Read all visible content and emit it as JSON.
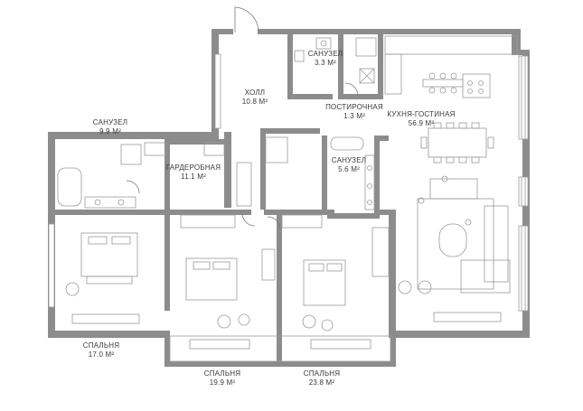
{
  "rooms": [
    {
      "id": "hall",
      "name": "ХОЛЛ",
      "area": "10.8 М²"
    },
    {
      "id": "bath_small",
      "name": "САНУЗЕЛ",
      "area": "3.3 М²"
    },
    {
      "id": "laundry",
      "name": "ПОСТИРОЧНАЯ",
      "area": "1.3 М²"
    },
    {
      "id": "kitchen_living",
      "name": "КУХНЯ-ГОСТИНАЯ",
      "area": "56.9 М²"
    },
    {
      "id": "bath_left",
      "name": "САНУЗЕЛ",
      "area": "9.9 М²"
    },
    {
      "id": "wardrobe",
      "name": "ГАРДЕРОБНАЯ",
      "area": "11.1 М²"
    },
    {
      "id": "bath_mid",
      "name": "САНУЗЕЛ",
      "area": "5.6 М²"
    },
    {
      "id": "bedroom_left",
      "name": "СПАЛЬНЯ",
      "area": "17.0 М²"
    },
    {
      "id": "bedroom_mid",
      "name": "СПАЛЬНЯ",
      "area": "19.9 М²"
    },
    {
      "id": "bedroom_right",
      "name": "СПАЛЬНЯ",
      "area": "23.8 М²"
    }
  ],
  "colors": {
    "wall": "#8c8c8c",
    "wall_dark": "#6f6f6f",
    "line": "#7a7a7a",
    "furniture": "#9a9a9a",
    "text": "#3a3a3a",
    "background": "#ffffff"
  }
}
